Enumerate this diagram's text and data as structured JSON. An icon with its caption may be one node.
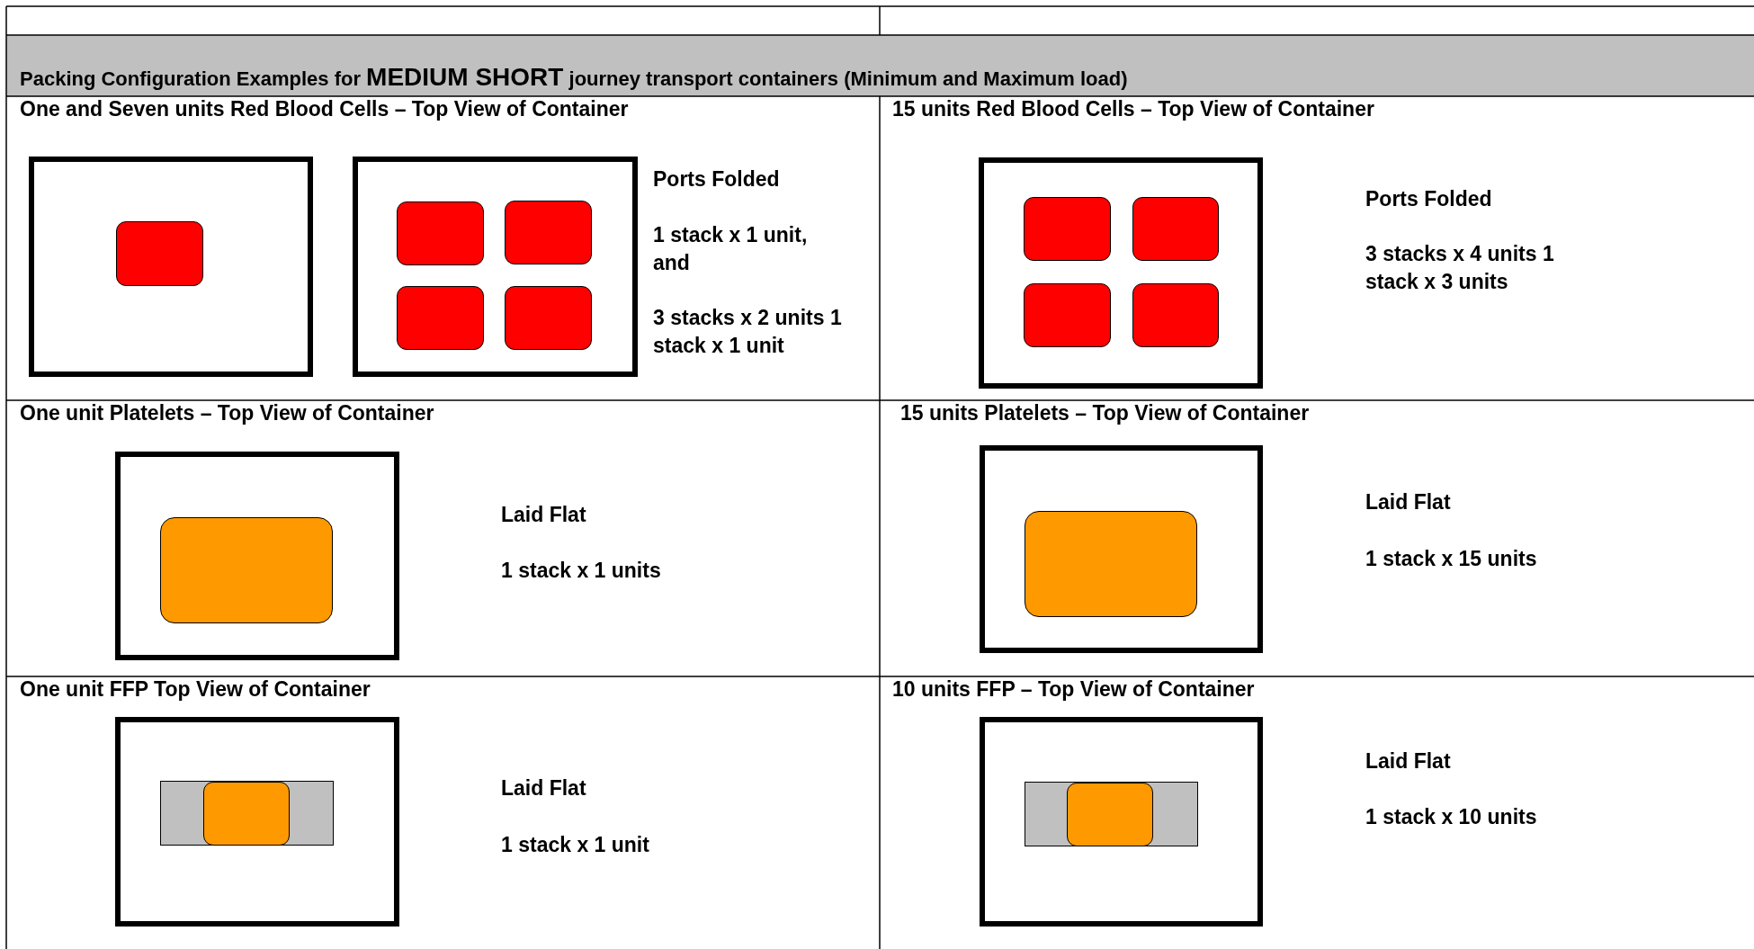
{
  "diagram": {
    "title": "Packing Configuration Examples for **MEDIUM SHORT** journey transport containers (Minimum and Maximum load)",
    "nodes": [
      {
        "text": [],
        "shape": "box"
      },
      {
        "text": [],
        "shape": "box",
        "in": 0
      },
      {
        "text": [],
        "shape": "box"
      },
      {
        "text": [],
        "shape": "box",
        "in": 2
      },
      {
        "text": [],
        "shape": "box",
        "in": 2
      },
      {
        "text": [],
        "shape": "box",
        "in": 2
      },
      {
        "text": [],
        "shape": "box",
        "in": 2
      },
      {
        "text": [],
        "shape": "box"
      },
      {
        "text": [],
        "shape": "box",
        "in": 7
      },
      {
        "text": [],
        "shape": "box",
        "in": 7
      },
      {
        "text": [],
        "shape": "box",
        "in": 7
      },
      {
        "text": [],
        "shape": "box",
        "in": 7
      },
      {
        "text": [],
        "shape": "box"
      },
      {
        "text": [],
        "shape": "box",
        "in": 12
      },
      {
        "text": [],
        "shape": "box"
      },
      {
        "text": [],
        "shape": "box",
        "in": 14
      },
      {
        "text": [],
        "shape": "box"
      },
      {
        "text": [],
        "shape": "bar",
        "in": 16
      },
      {
        "text": [],
        "shape": "box",
        "in": 17
      },
      {
        "text": [],
        "shape": "box"
      },
      {
        "text": [],
        "shape": "bar",
        "in": 19
      },
      {
        "text": [],
        "shape": "box",
        "in": 20
      }
    ],
    "labels": [
      "One and Seven units Red Blood Cells – Top View of Container",
      "15 units Red Blood Cells – Top View of Container",
      "Ports Folded",
      "1 stack x 1 unit, and",
      "3 stacks x 2 units 1 stack x 1 unit",
      "Ports Folded",
      "3 stacks x 4 units 1 stack x 3 units",
      "One unit Platelets – Top View of Container",
      "15 units Platelets – Top View of Container",
      "Laid Flat",
      "1 stack x 1 units",
      "Laid Flat",
      "1 stack x 15 units",
      "One unit FFP Top View of Container",
      "10 units FFP – Top View of Container",
      "Laid Flat",
      "1 stack x 1 unit",
      "Laid Flat",
      "1 stack x 10 units"
    ]
  }
}
